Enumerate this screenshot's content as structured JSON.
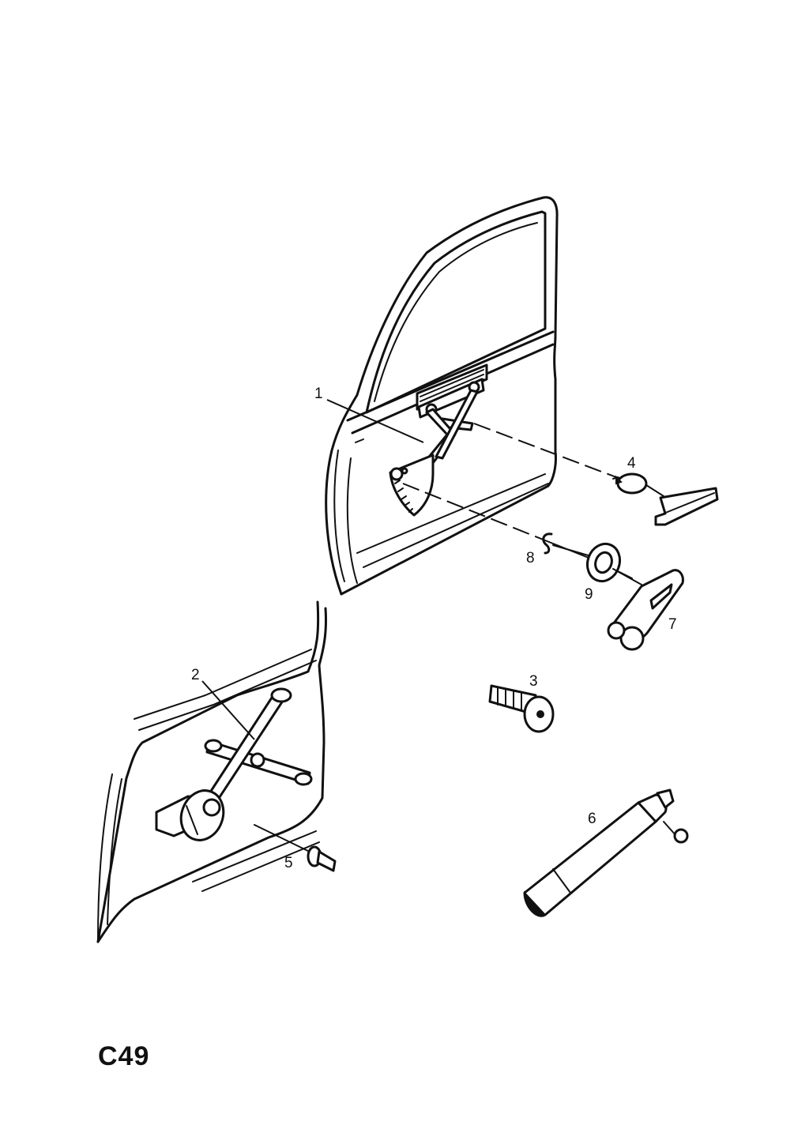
{
  "diagram": {
    "page_code": "C49",
    "callouts": [
      {
        "id": "1",
        "label": "1"
      },
      {
        "id": "2",
        "label": "2"
      },
      {
        "id": "3",
        "label": "3"
      },
      {
        "id": "4",
        "label": "4"
      },
      {
        "id": "5",
        "label": "5"
      },
      {
        "id": "6",
        "label": "6"
      },
      {
        "id": "7",
        "label": "7"
      },
      {
        "id": "8",
        "label": "8"
      },
      {
        "id": "9",
        "label": "9"
      }
    ]
  }
}
